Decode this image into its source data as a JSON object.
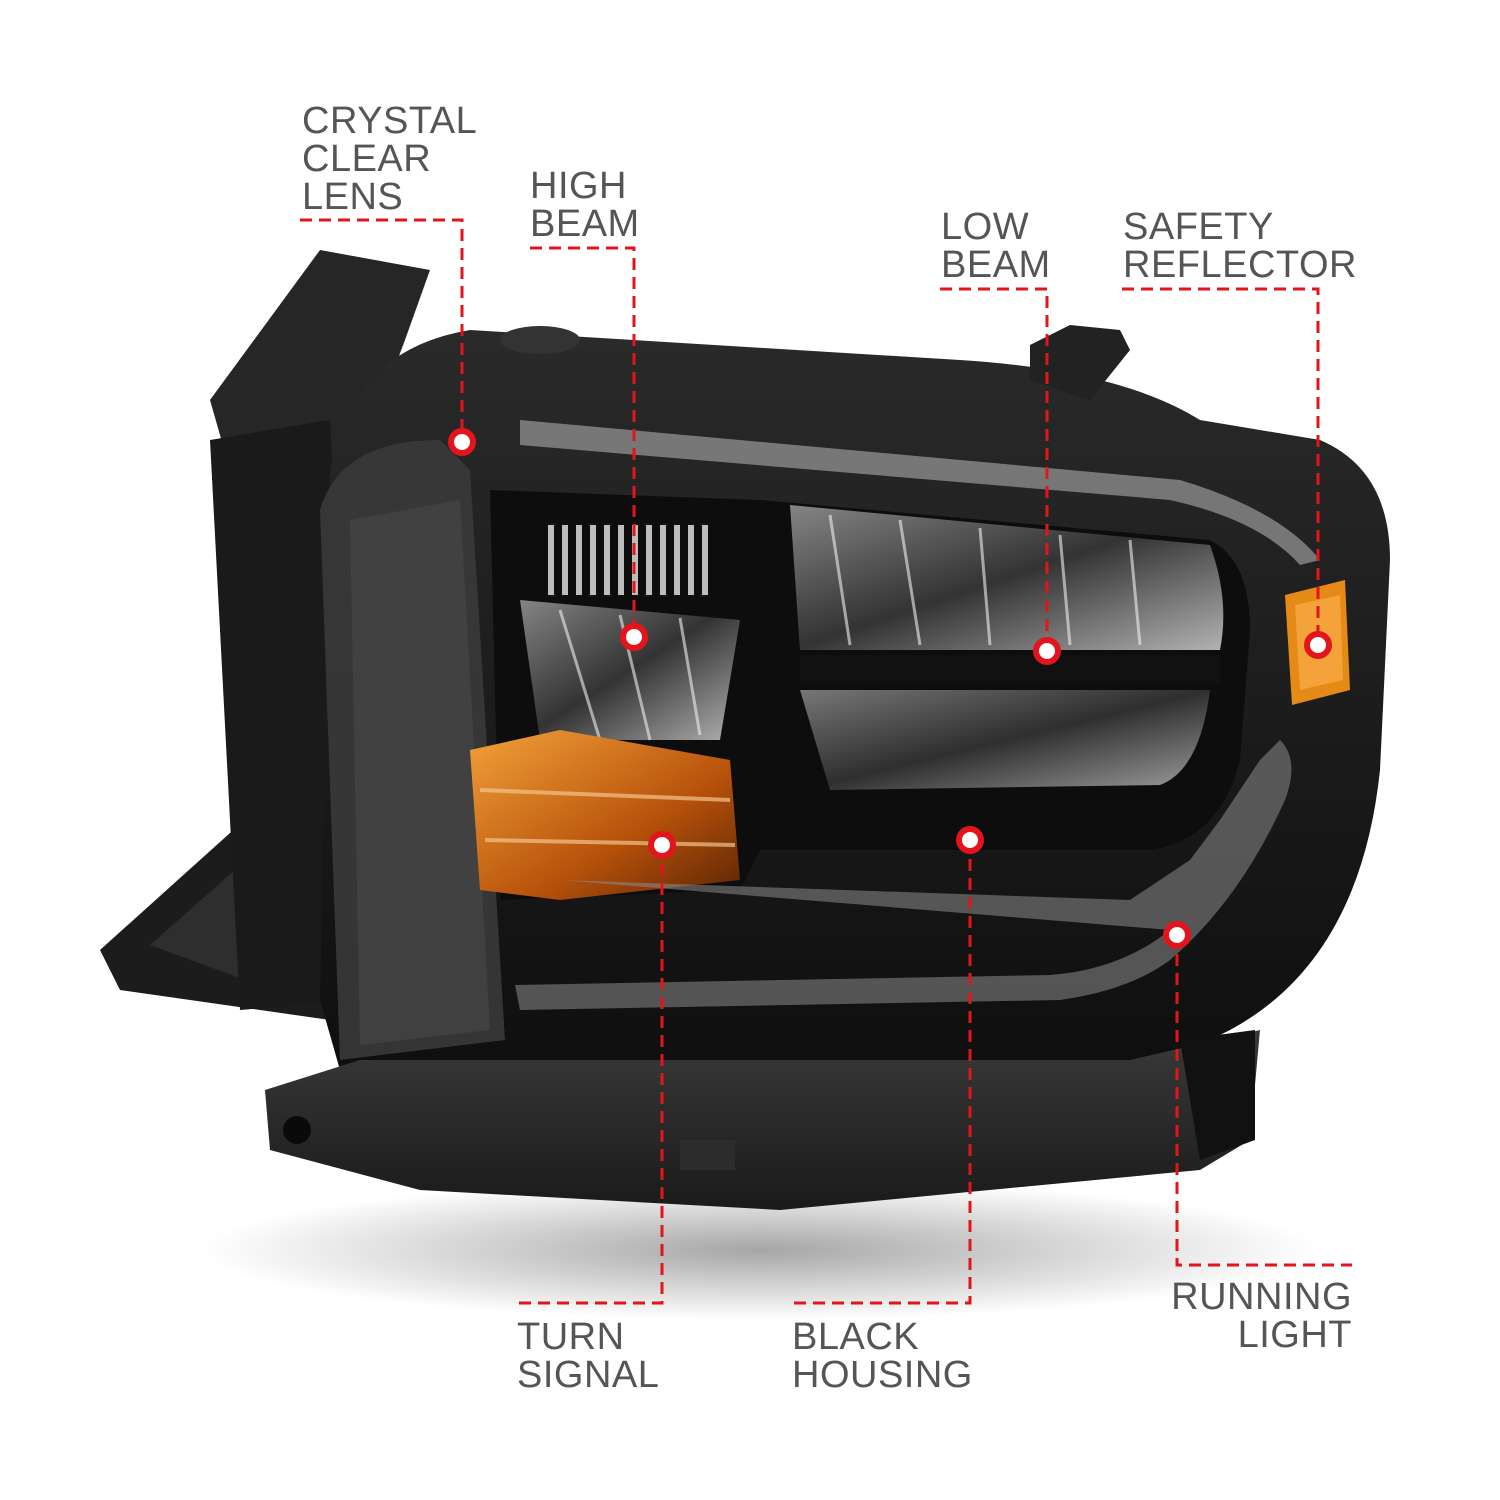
{
  "colors": {
    "leader": "#e3141b",
    "label_text": "#555555",
    "housing": "#141414",
    "amber": "#e07a10"
  },
  "callouts": [
    {
      "id": "crystal-clear-lens",
      "lines": [
        "CRYSTAL",
        "CLEAR",
        "LENS"
      ]
    },
    {
      "id": "high-beam",
      "lines": [
        "HIGH",
        "BEAM"
      ]
    },
    {
      "id": "low-beam",
      "lines": [
        "LOW",
        "BEAM"
      ]
    },
    {
      "id": "safety-reflector",
      "lines": [
        "SAFETY",
        "REFLECTOR"
      ]
    },
    {
      "id": "turn-signal",
      "lines": [
        "TURN",
        "SIGNAL"
      ]
    },
    {
      "id": "black-housing",
      "lines": [
        "BLACK",
        "HOUSING"
      ]
    },
    {
      "id": "running-light",
      "lines": [
        "RUNNING",
        "LIGHT"
      ]
    }
  ]
}
